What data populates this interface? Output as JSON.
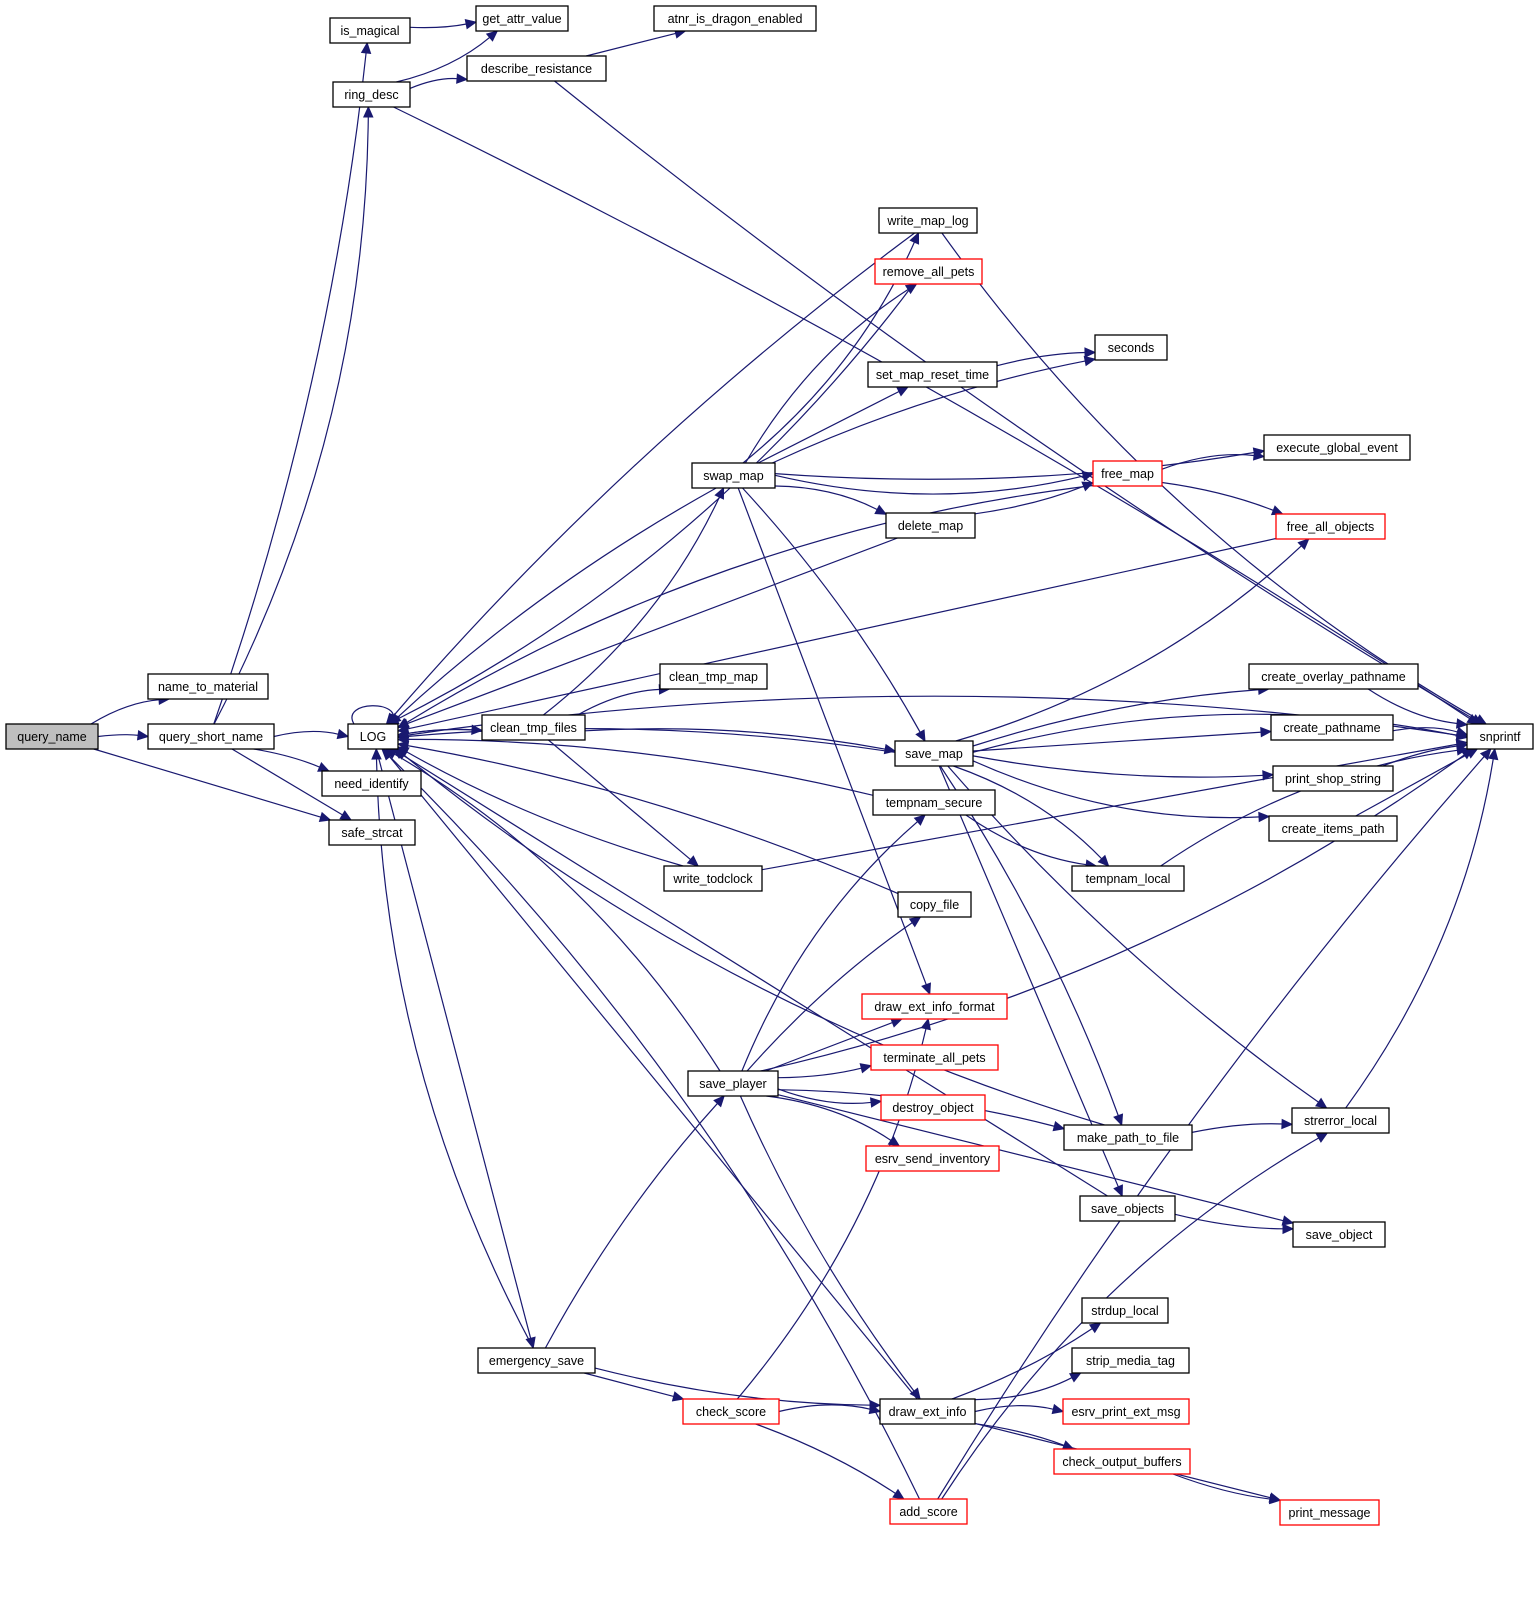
{
  "diagram": {
    "type": "call-graph",
    "root": "query_name",
    "colors": {
      "edge": "#191970",
      "node_border": "#000000",
      "node_border_truncated": "#ff0000",
      "root_fill": "#bfbfbf",
      "node_fill": "#ffffff"
    },
    "nodes": [
      {
        "id": "query_name",
        "label": "query_name",
        "style": "root"
      },
      {
        "id": "name_to_material",
        "label": "name_to_material",
        "style": "normal"
      },
      {
        "id": "query_short_name",
        "label": "query_short_name",
        "style": "normal"
      },
      {
        "id": "safe_strcat",
        "label": "safe_strcat",
        "style": "normal"
      },
      {
        "id": "is_magical",
        "label": "is_magical",
        "style": "normal"
      },
      {
        "id": "ring_desc",
        "label": "ring_desc",
        "style": "normal"
      },
      {
        "id": "LOG",
        "label": "LOG",
        "style": "normal"
      },
      {
        "id": "need_identify",
        "label": "need_identify",
        "style": "normal"
      },
      {
        "id": "get_attr_value",
        "label": "get_attr_value",
        "style": "normal"
      },
      {
        "id": "describe_resistance",
        "label": "describe_resistance",
        "style": "normal"
      },
      {
        "id": "atnr_is_dragon_enabled",
        "label": "atnr_is_dragon_enabled",
        "style": "normal"
      },
      {
        "id": "snprintf",
        "label": "snprintf",
        "style": "normal"
      },
      {
        "id": "clean_tmp_files",
        "label": "clean_tmp_files",
        "style": "normal"
      },
      {
        "id": "emergency_save",
        "label": "emergency_save",
        "style": "normal"
      },
      {
        "id": "swap_map",
        "label": "swap_map",
        "style": "normal"
      },
      {
        "id": "clean_tmp_map",
        "label": "clean_tmp_map",
        "style": "normal"
      },
      {
        "id": "write_todclock",
        "label": "write_todclock",
        "style": "normal"
      },
      {
        "id": "save_player",
        "label": "save_player",
        "style": "normal"
      },
      {
        "id": "check_score",
        "label": "check_score",
        "style": "truncated"
      },
      {
        "id": "write_map_log",
        "label": "write_map_log",
        "style": "normal"
      },
      {
        "id": "remove_all_pets",
        "label": "remove_all_pets",
        "style": "truncated"
      },
      {
        "id": "set_map_reset_time",
        "label": "set_map_reset_time",
        "style": "normal"
      },
      {
        "id": "delete_map",
        "label": "delete_map",
        "style": "normal"
      },
      {
        "id": "save_map",
        "label": "save_map",
        "style": "normal"
      },
      {
        "id": "tempnam_secure",
        "label": "tempnam_secure",
        "style": "normal"
      },
      {
        "id": "copy_file",
        "label": "copy_file",
        "style": "normal"
      },
      {
        "id": "draw_ext_info_format",
        "label": "draw_ext_info_format",
        "style": "truncated"
      },
      {
        "id": "terminate_all_pets",
        "label": "terminate_all_pets",
        "style": "truncated"
      },
      {
        "id": "destroy_object",
        "label": "destroy_object",
        "style": "truncated"
      },
      {
        "id": "esrv_send_inventory",
        "label": "esrv_send_inventory",
        "style": "truncated"
      },
      {
        "id": "draw_ext_info",
        "label": "draw_ext_info",
        "style": "normal"
      },
      {
        "id": "add_score",
        "label": "add_score",
        "style": "truncated"
      },
      {
        "id": "seconds",
        "label": "seconds",
        "style": "normal"
      },
      {
        "id": "free_map",
        "label": "free_map",
        "style": "truncated"
      },
      {
        "id": "tempnam_local",
        "label": "tempnam_local",
        "style": "normal"
      },
      {
        "id": "make_path_to_file",
        "label": "make_path_to_file",
        "style": "normal"
      },
      {
        "id": "save_objects",
        "label": "save_objects",
        "style": "normal"
      },
      {
        "id": "strdup_local",
        "label": "strdup_local",
        "style": "normal"
      },
      {
        "id": "strip_media_tag",
        "label": "strip_media_tag",
        "style": "normal"
      },
      {
        "id": "esrv_print_ext_msg",
        "label": "esrv_print_ext_msg",
        "style": "truncated"
      },
      {
        "id": "check_output_buffers",
        "label": "check_output_buffers",
        "style": "truncated"
      },
      {
        "id": "execute_global_event",
        "label": "execute_global_event",
        "style": "normal"
      },
      {
        "id": "free_all_objects",
        "label": "free_all_objects",
        "style": "truncated"
      },
      {
        "id": "create_overlay_pathname",
        "label": "create_overlay_pathname",
        "style": "normal"
      },
      {
        "id": "create_pathname",
        "label": "create_pathname",
        "style": "normal"
      },
      {
        "id": "print_shop_string",
        "label": "print_shop_string",
        "style": "normal"
      },
      {
        "id": "create_items_path",
        "label": "create_items_path",
        "style": "normal"
      },
      {
        "id": "strerror_local",
        "label": "strerror_local",
        "style": "normal"
      },
      {
        "id": "save_object",
        "label": "save_object",
        "style": "normal"
      },
      {
        "id": "print_message",
        "label": "print_message",
        "style": "truncated"
      }
    ],
    "edges": [
      [
        "query_name",
        "name_to_material"
      ],
      [
        "query_name",
        "query_short_name"
      ],
      [
        "query_name",
        "safe_strcat"
      ],
      [
        "query_short_name",
        "is_magical"
      ],
      [
        "query_short_name",
        "ring_desc"
      ],
      [
        "query_short_name",
        "LOG"
      ],
      [
        "query_short_name",
        "need_identify"
      ],
      [
        "query_short_name",
        "safe_strcat"
      ],
      [
        "is_magical",
        "get_attr_value"
      ],
      [
        "ring_desc",
        "get_attr_value"
      ],
      [
        "ring_desc",
        "describe_resistance"
      ],
      [
        "ring_desc",
        "snprintf"
      ],
      [
        "describe_resistance",
        "atnr_is_dragon_enabled"
      ],
      [
        "describe_resistance",
        "snprintf"
      ],
      [
        "LOG",
        "LOG"
      ],
      [
        "LOG",
        "snprintf"
      ],
      [
        "LOG",
        "clean_tmp_files"
      ],
      [
        "LOG",
        "emergency_save"
      ],
      [
        "clean_tmp_files",
        "LOG"
      ],
      [
        "clean_tmp_files",
        "swap_map"
      ],
      [
        "clean_tmp_files",
        "clean_tmp_map"
      ],
      [
        "clean_tmp_files",
        "save_map"
      ],
      [
        "clean_tmp_files",
        "write_todclock"
      ],
      [
        "swap_map",
        "LOG"
      ],
      [
        "swap_map",
        "write_map_log"
      ],
      [
        "swap_map",
        "remove_all_pets"
      ],
      [
        "swap_map",
        "seconds"
      ],
      [
        "swap_map",
        "set_map_reset_time"
      ],
      [
        "swap_map",
        "execute_global_event"
      ],
      [
        "swap_map",
        "free_map"
      ],
      [
        "swap_map",
        "delete_map"
      ],
      [
        "swap_map",
        "save_map"
      ],
      [
        "swap_map",
        "draw_ext_info_format"
      ],
      [
        "write_map_log",
        "LOG"
      ],
      [
        "write_map_log",
        "snprintf"
      ],
      [
        "remove_all_pets",
        "LOG"
      ],
      [
        "set_map_reset_time",
        "seconds"
      ],
      [
        "delete_map",
        "LOG"
      ],
      [
        "delete_map",
        "free_map"
      ],
      [
        "free_map",
        "LOG"
      ],
      [
        "free_map",
        "execute_global_event"
      ],
      [
        "free_map",
        "free_all_objects"
      ],
      [
        "free_all_objects",
        "LOG"
      ],
      [
        "save_map",
        "LOG"
      ],
      [
        "save_map",
        "free_all_objects"
      ],
      [
        "save_map",
        "snprintf"
      ],
      [
        "save_map",
        "create_overlay_pathname"
      ],
      [
        "save_map",
        "create_pathname"
      ],
      [
        "save_map",
        "print_shop_string"
      ],
      [
        "save_map",
        "create_items_path"
      ],
      [
        "save_map",
        "tempnam_local"
      ],
      [
        "save_map",
        "make_path_to_file"
      ],
      [
        "save_map",
        "save_objects"
      ],
      [
        "save_map",
        "strerror_local"
      ],
      [
        "create_overlay_pathname",
        "snprintf"
      ],
      [
        "create_pathname",
        "snprintf"
      ],
      [
        "print_shop_string",
        "snprintf"
      ],
      [
        "create_items_path",
        "snprintf"
      ],
      [
        "tempnam_secure",
        "LOG"
      ],
      [
        "tempnam_secure",
        "tempnam_local"
      ],
      [
        "tempnam_local",
        "snprintf"
      ],
      [
        "write_todclock",
        "LOG"
      ],
      [
        "write_todclock",
        "snprintf"
      ],
      [
        "copy_file",
        "LOG"
      ],
      [
        "save_player",
        "LOG"
      ],
      [
        "save_player",
        "tempnam_secure"
      ],
      [
        "save_player",
        "copy_file"
      ],
      [
        "save_player",
        "draw_ext_info_format"
      ],
      [
        "save_player",
        "terminate_all_pets"
      ],
      [
        "save_player",
        "destroy_object"
      ],
      [
        "save_player",
        "esrv_send_inventory"
      ],
      [
        "save_player",
        "make_path_to_file"
      ],
      [
        "save_player",
        "save_object"
      ],
      [
        "save_player",
        "draw_ext_info"
      ],
      [
        "save_player",
        "snprintf"
      ],
      [
        "make_path_to_file",
        "LOG"
      ],
      [
        "make_path_to_file",
        "strerror_local"
      ],
      [
        "save_objects",
        "LOG"
      ],
      [
        "save_objects",
        "save_object"
      ],
      [
        "strerror_local",
        "snprintf"
      ],
      [
        "emergency_save",
        "LOG"
      ],
      [
        "emergency_save",
        "save_player"
      ],
      [
        "emergency_save",
        "check_score"
      ],
      [
        "emergency_save",
        "draw_ext_info"
      ],
      [
        "check_score",
        "draw_ext_info_format"
      ],
      [
        "check_score",
        "draw_ext_info"
      ],
      [
        "check_score",
        "add_score"
      ],
      [
        "draw_ext_info",
        "LOG"
      ],
      [
        "draw_ext_info",
        "strdup_local"
      ],
      [
        "draw_ext_info",
        "strip_media_tag"
      ],
      [
        "draw_ext_info",
        "esrv_print_ext_msg"
      ],
      [
        "draw_ext_info",
        "check_output_buffers"
      ],
      [
        "draw_ext_info",
        "print_message"
      ],
      [
        "check_output_buffers",
        "print_message"
      ],
      [
        "add_score",
        "LOG"
      ],
      [
        "add_score",
        "strerror_local"
      ],
      [
        "add_score",
        "snprintf"
      ]
    ]
  }
}
